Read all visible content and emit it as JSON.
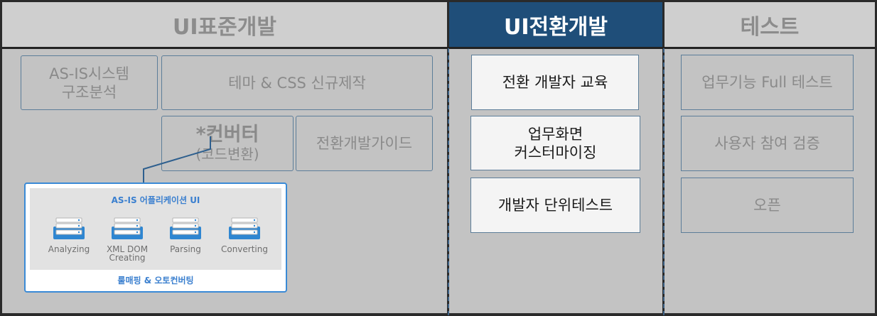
{
  "columns": [
    {
      "title": "UI표준개발",
      "active": false
    },
    {
      "title": "UI전환개발",
      "active": true
    },
    {
      "title": "테스트",
      "active": false
    }
  ],
  "standard": {
    "asis_analysis": [
      "AS-IS시스템",
      "구조분석"
    ],
    "theme_css": "테마 & CSS 신규제작",
    "converter_title": "*컨버터",
    "converter_sub": "(코드변환)",
    "conversion_guide": "전환개발가이드"
  },
  "inset": {
    "title": "AS-IS  어플리케이션 UI",
    "steps": [
      {
        "label": [
          "Analyzing"
        ],
        "icon": "server-stack-icon"
      },
      {
        "label": [
          "XML DOM",
          "Creating"
        ],
        "icon": "server-stack-icon"
      },
      {
        "label": [
          "Parsing"
        ],
        "icon": "server-stack-icon"
      },
      {
        "label": [
          "Converting"
        ],
        "icon": "server-stack-icon"
      }
    ],
    "footer": "룰매핑 & 오토컨버팅"
  },
  "conversion": {
    "items": [
      {
        "lines": [
          "전환 개발자 교육"
        ]
      },
      {
        "lines": [
          "업무화면",
          "커스터마이징"
        ]
      },
      {
        "lines": [
          "개발자 단위테스트"
        ]
      }
    ]
  },
  "test": {
    "items": [
      {
        "lines": [
          "업무기능 Full 테스트"
        ]
      },
      {
        "lines": [
          "사용자 참여 검증"
        ]
      },
      {
        "lines": [
          "오픈"
        ]
      }
    ]
  },
  "colors": {
    "active_header": "#1f4e79",
    "inset_accent": "#3a8ad6",
    "icon_blue": "#2f86d1"
  }
}
